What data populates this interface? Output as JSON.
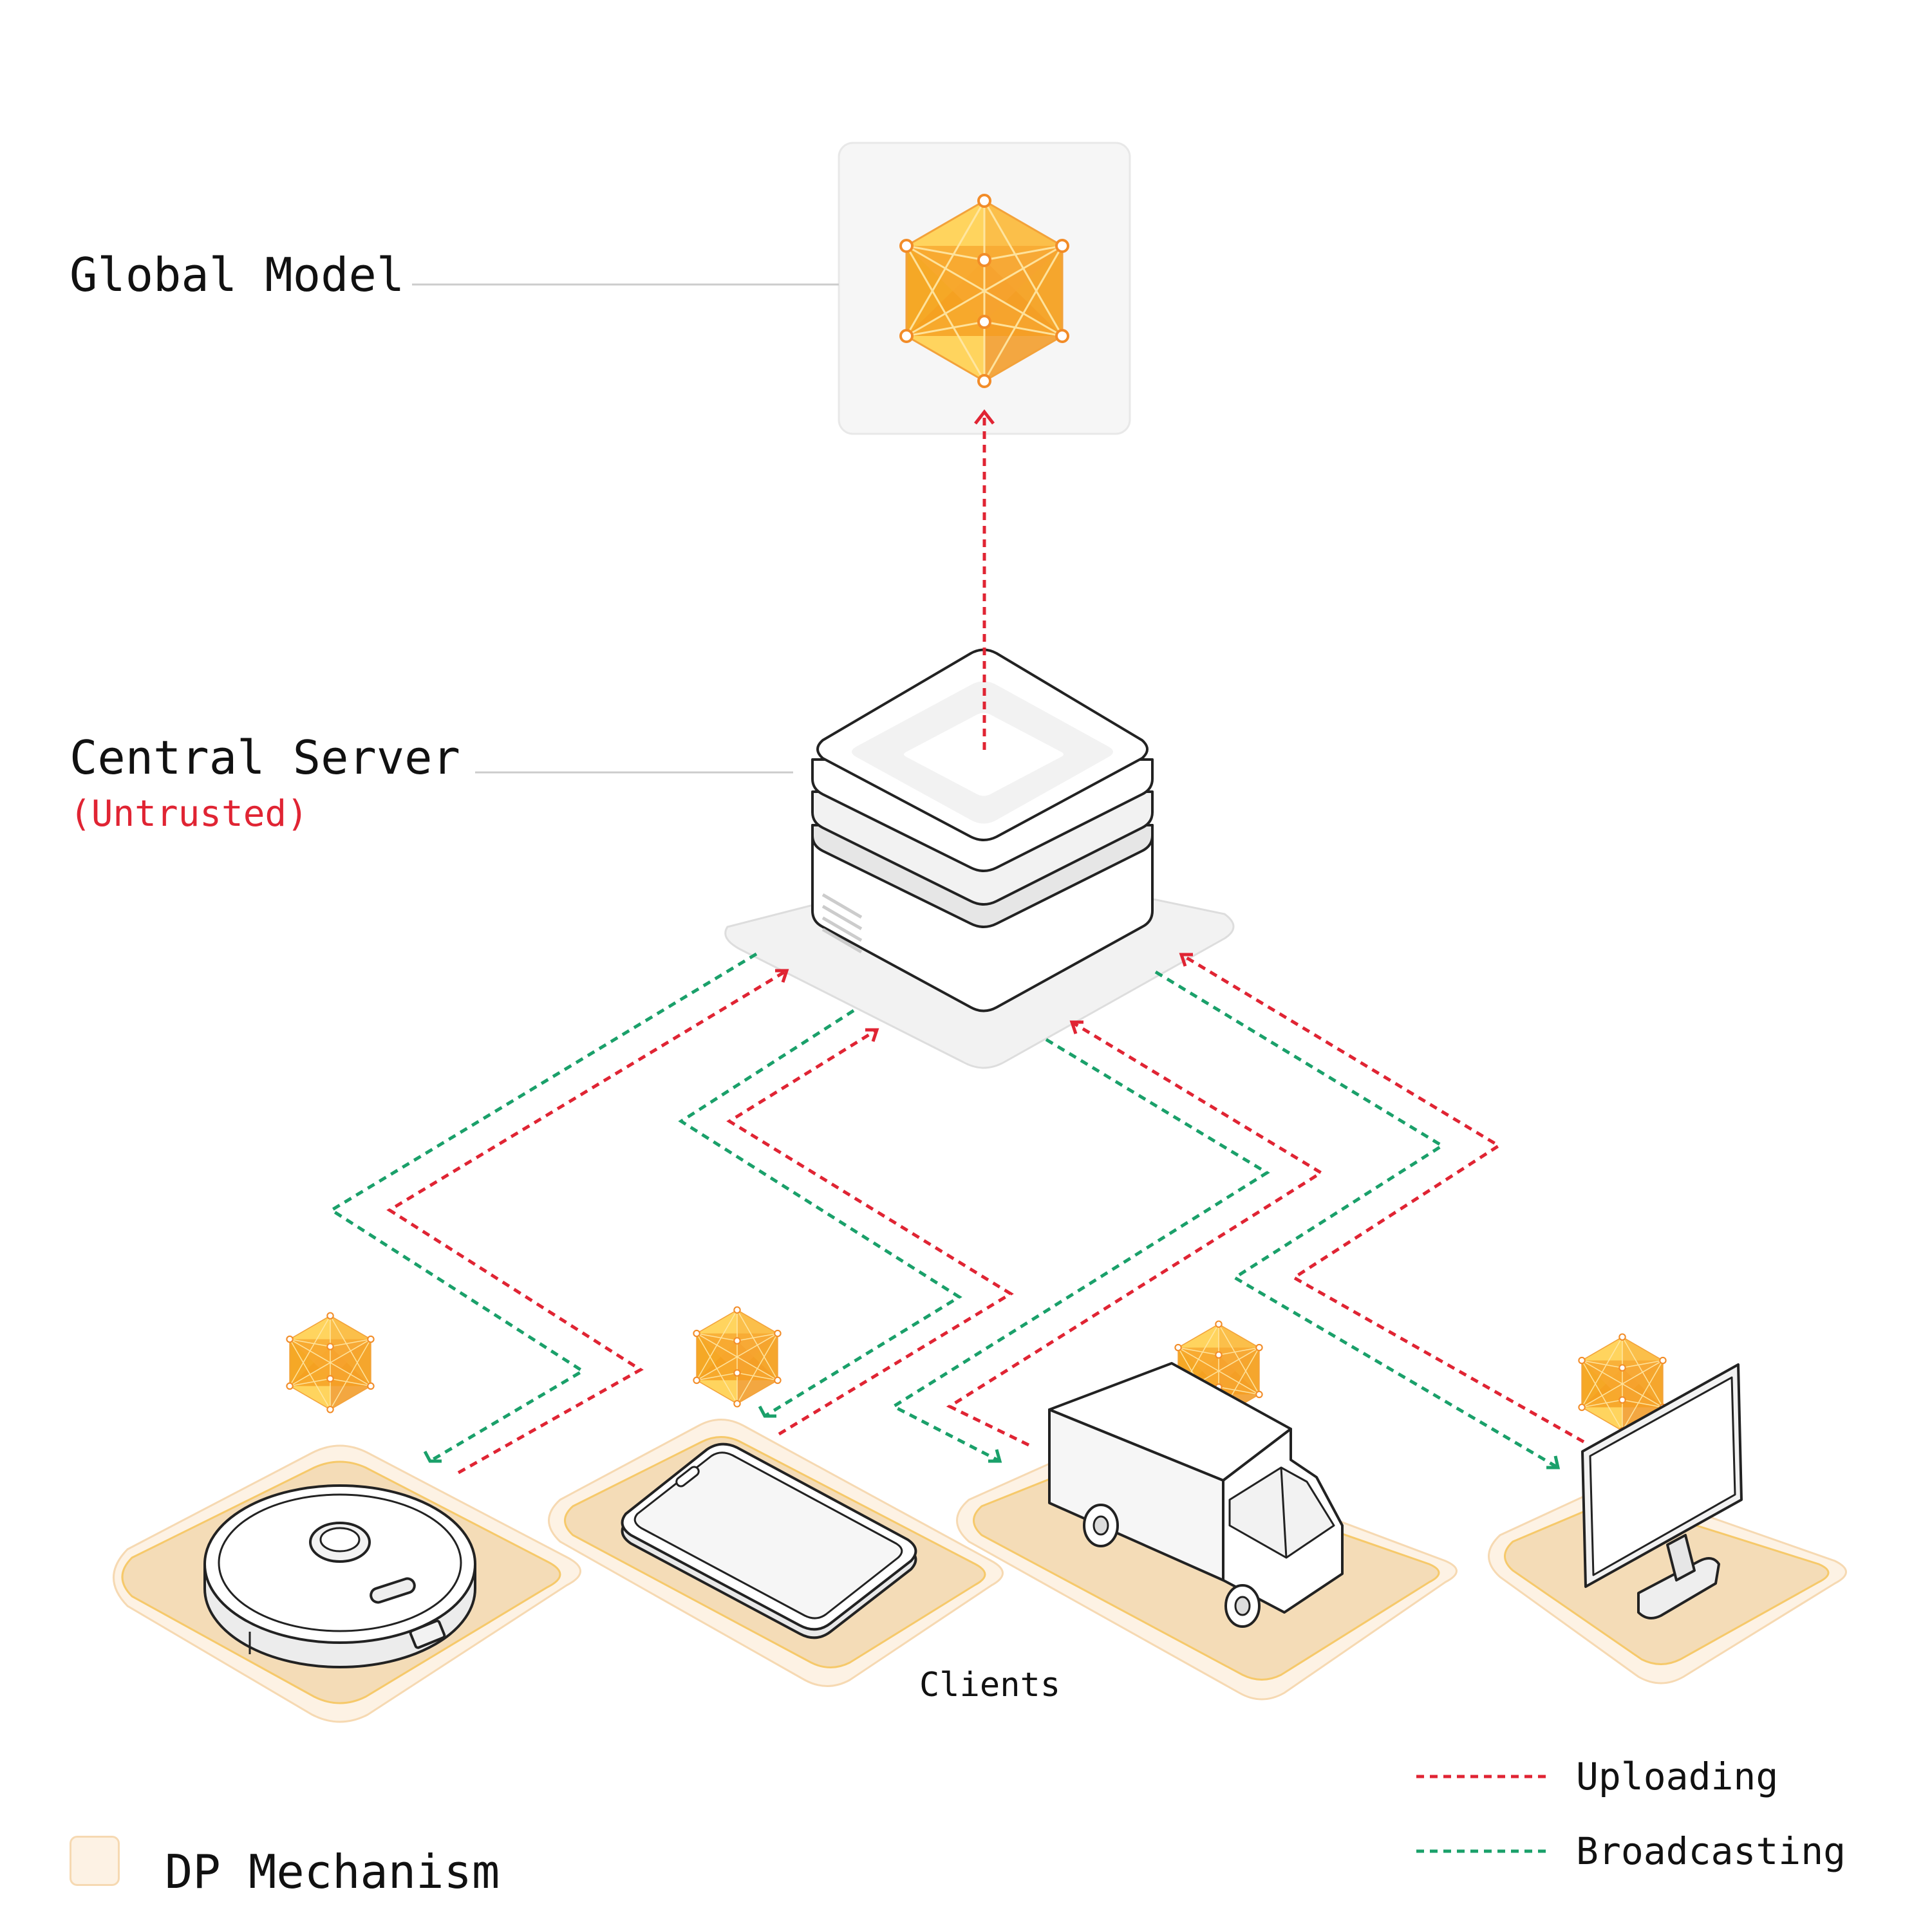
{
  "labels": {
    "global_model": "Global Model",
    "central_server": "Central Server",
    "server_trust": "(Untrusted)",
    "clients": "Clients"
  },
  "legend": {
    "dp_mechanism": "DP Mechanism",
    "uploading": "Uploading",
    "broadcasting": "Broadcasting"
  },
  "colors": {
    "uploading": "#e02433",
    "broadcasting": "#1aa06a",
    "untrusted": "#e02433",
    "model_orange": "#f5a623",
    "model_yellow": "#ffd45e",
    "dp_fill": "#f4dcb7",
    "dp_outer": "#fdf2e4",
    "dp_border": "#f6c96a"
  },
  "icons": {
    "global_model": "neural-model-hexagon-icon",
    "server": "server-stack-icon",
    "clients": [
      "robot-vacuum-icon",
      "smartphone-icon",
      "delivery-truck-icon",
      "desktop-monitor-icon"
    ]
  }
}
